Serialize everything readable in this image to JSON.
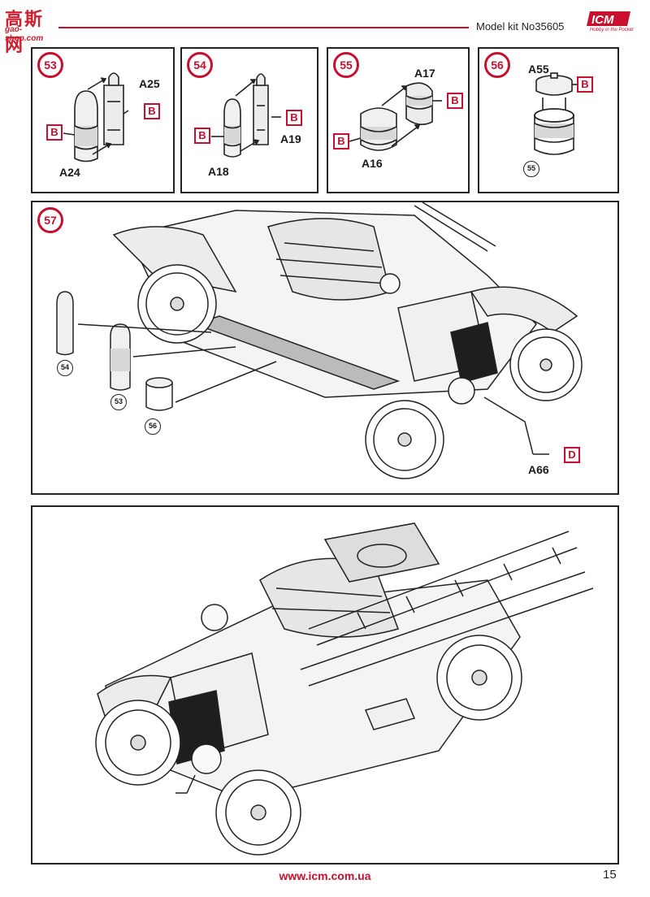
{
  "header": {
    "watermark_cn": "高斯网",
    "watermark_url": "gao-shop.com",
    "kit_title": "Model kit No35605",
    "logo_text": "ICM",
    "logo_tagline": "Hobby in the Pocket"
  },
  "steps": [
    {
      "number": "53",
      "parts": {
        "a25": "A25",
        "a24": "A24"
      },
      "colors": {
        "top": "B",
        "left": "B"
      }
    },
    {
      "number": "54",
      "parts": {
        "a18": "A18",
        "a19": "A19"
      },
      "colors": {
        "top": "B",
        "left": "B"
      }
    },
    {
      "number": "55",
      "parts": {
        "a17": "A17",
        "a16": "A16"
      },
      "colors": {
        "top": "B",
        "left": "B"
      }
    },
    {
      "number": "56",
      "parts": {
        "a55": "A55"
      },
      "colors": {
        "top": "B"
      },
      "ref": "55"
    },
    {
      "number": "57",
      "parts": {
        "a66": "A66"
      },
      "colors": {
        "handle": "D"
      },
      "refs": {
        "r54": "54",
        "r53": "53",
        "r56": "56"
      }
    }
  ],
  "footer": {
    "url": "www.icm.com.ua",
    "page_number": "15"
  },
  "colors": {
    "accent": "#c8102e",
    "line": "#222222"
  }
}
